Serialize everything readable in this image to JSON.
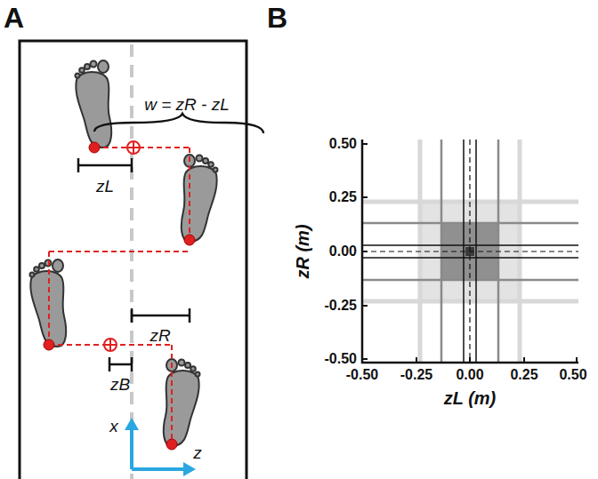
{
  "diagram": {
    "labels": [
      "A",
      "B",
      "w = zR - zL",
      "zL",
      "zR",
      "zB",
      "x",
      "z",
      "0.50",
      "0.25",
      "0.00",
      "-0.25",
      "-0.50",
      "-0.50",
      "-0.25",
      "0.00",
      "0.25",
      "0.50",
      "zR (m)",
      "zL (m)"
    ]
  }
}
